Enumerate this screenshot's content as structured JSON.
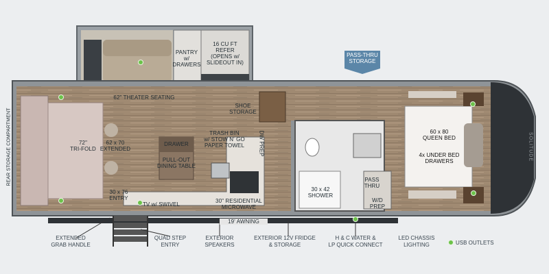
{
  "labels": {
    "theater_seating": "62\" THEATER SEATING",
    "pantry": "PANTRY\nw/\nDRAWERS",
    "refer": "16 CU FT\nREFER\n(OPENS w/\nSLIDEOUT IN)",
    "pass_thru_storage": "PASS-THRU\nSTORAGE",
    "shoe_storage": "SHOE\nSTORAGE",
    "trash_bin": "TRASH BIN\nw/ STOW N' GO\nPAPER TOWEL",
    "dw_prep": "DW PREP",
    "tri_fold": "72\"\nTRI-FOLD",
    "extended": "62 x 70\nEXTENDED",
    "drawer": "DRAWER",
    "dining_table": "PULL-OUT\nDINING TABLE",
    "entry": "30 x 76\nENTRY",
    "tv_swivel": "TV w/ SWIVEL",
    "microwave": "30\" RESIDENTIAL\nMICROWAVE",
    "awning": "19' AWNING",
    "shower": "30 x 42\nSHOWER",
    "pass_thru": "PASS\nTHRU",
    "wd_prep": "W/D\nPREP",
    "queen_bed": "60 x 80\nQUEEN BED",
    "under_bed": "4x UNDER BED\nDRAWERS",
    "rear_storage": "REAR STORAGE COMPARTMENT",
    "brand": "SOLITUDE"
  },
  "bottom_labels": [
    "EXTENDED\nGRAB HANDLE",
    "QUAD STEP\nENTRY",
    "EXTERIOR\nSPEAKERS",
    "EXTERIOR 12V FRIDGE\n& STORAGE",
    "H & C WATER &\nLP QUICK CONNECT",
    "LED CHASSIS\nLIGHTING"
  ],
  "legend": {
    "usb_outlets": "USB OUTLETS"
  },
  "colors": {
    "usb_green": "#6cc24a",
    "pass_thru_blue": "#5b86a8",
    "floor_wood": "#9a8670",
    "wall_gray": "#8f9498"
  }
}
